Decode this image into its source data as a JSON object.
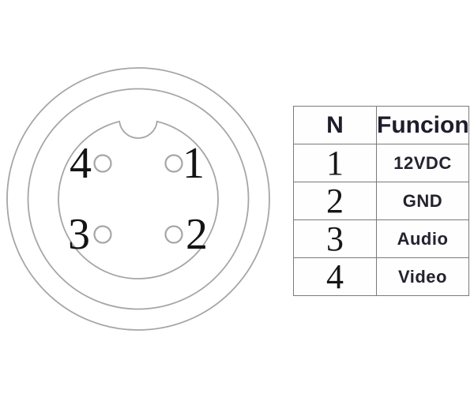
{
  "connector": {
    "description": "4-pin circular connector front view with keyway notch",
    "line_color": "#a6a6a6",
    "label_color": "#141414",
    "pins": [
      {
        "number": "1",
        "position": "top-right"
      },
      {
        "number": "2",
        "position": "bottom-right"
      },
      {
        "number": "3",
        "position": "bottom-left"
      },
      {
        "number": "4",
        "position": "top-left"
      }
    ]
  },
  "table": {
    "border_color": "#7a7a7a",
    "text_color": "#1d1d2b",
    "headers": [
      "N",
      "Funcion"
    ],
    "rows": [
      {
        "n": "1",
        "funcion": "12VDC"
      },
      {
        "n": "2",
        "funcion": "GND"
      },
      {
        "n": "3",
        "funcion": "Audio"
      },
      {
        "n": "4",
        "funcion": "Video"
      }
    ]
  }
}
